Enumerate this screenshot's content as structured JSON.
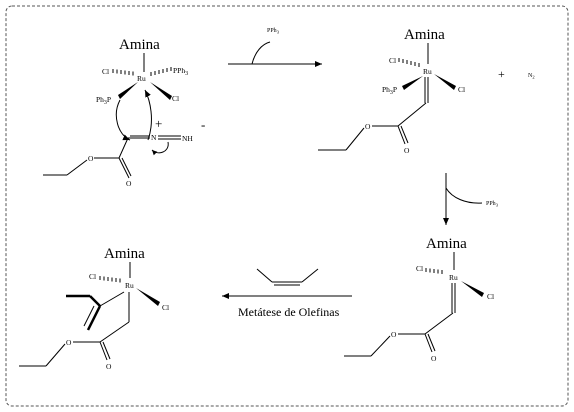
{
  "frame": {
    "border": "dashed",
    "color": "#555555"
  },
  "labels": {
    "amina": "Amina",
    "ru": "Ru",
    "cl": "Cl",
    "pph3": "PPh",
    "pph3_sub": "3",
    "ph3p": "Ph",
    "ph3p_sub": "3",
    "ph3p_p": "P",
    "n": "N",
    "nh": "NH",
    "o": "O",
    "plus": "+",
    "minus": "-",
    "n2": "N",
    "n2_sub": "2",
    "metathesis": "Metátese de Olefinas"
  }
}
